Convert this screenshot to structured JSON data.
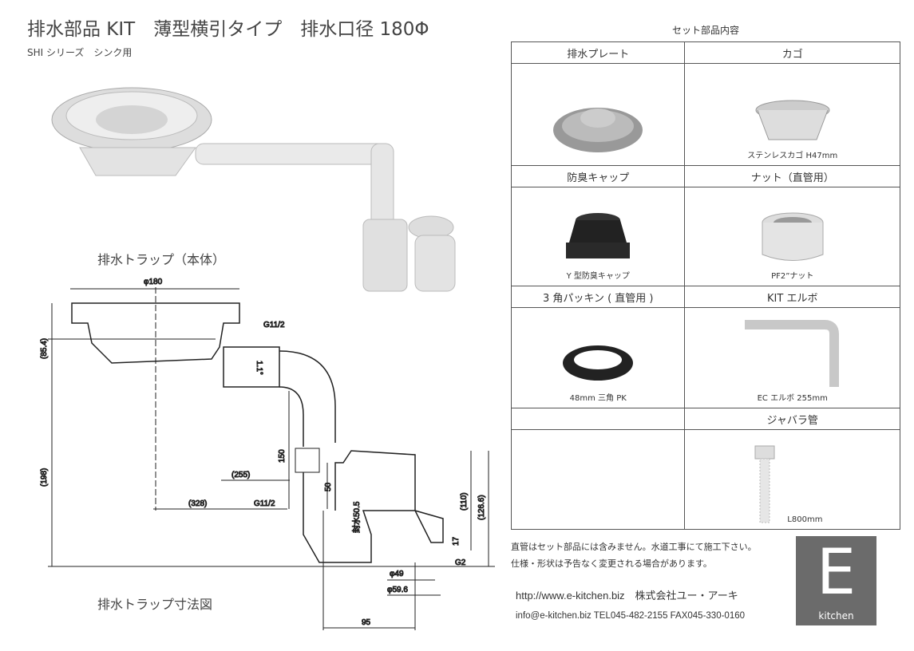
{
  "header": {
    "title": "排水部品 KIT　薄型横引タイプ　排水口径 180Φ",
    "subtitle": "SHI シリーズ　シンク用"
  },
  "photo_label": "排水トラップ（本体）",
  "drawing": {
    "label": "排水トラップ寸法図",
    "dims": {
      "d180": "φ180",
      "g1a": "G11/2",
      "h854": "(85.4)",
      "h198": "(198)",
      "angle": "1.1°",
      "h150": "150",
      "w255": "(255)",
      "h50": "50",
      "w328": "(328)",
      "g1b": "G11/2",
      "seal": "封水50.5",
      "h110": "(110)",
      "h1266": "(126.6)",
      "h17": "17",
      "g2": "G2",
      "d49": "φ49",
      "d596": "φ59.6",
      "w95": "95"
    }
  },
  "set_parts": {
    "title": "セット部品内容",
    "items": [
      {
        "name": "排水プレート",
        "caption": ""
      },
      {
        "name": "カゴ",
        "caption": "ステンレスカゴ H47mm"
      },
      {
        "name": "防臭キャップ",
        "caption": "Y 型防臭キャップ"
      },
      {
        "name": "ナット（直管用）",
        "caption": "PF2”ナット"
      },
      {
        "name": "3 角パッキン ( 直管用 )",
        "caption": "48mm 三角 PK"
      },
      {
        "name": "KIT エルボ",
        "caption": "EC エルボ 255mm"
      },
      {
        "name": "",
        "caption": ""
      },
      {
        "name": "ジャバラ管",
        "caption": "L800mm"
      }
    ]
  },
  "notes": [
    "直管はセット部品には含みません。水道工事にて施工下さい。",
    "仕様・形状は予告なく変更される場合があります。"
  ],
  "contact": {
    "line1": "http://www.e-kitchen.biz　株式会社ユー・アーキ",
    "line2": "info@e-kitchen.biz  TEL045-482-2155 FAX045-330-0160"
  },
  "logo": {
    "letter": "E",
    "text": "kitchen",
    "color": "#6b6b6b"
  }
}
